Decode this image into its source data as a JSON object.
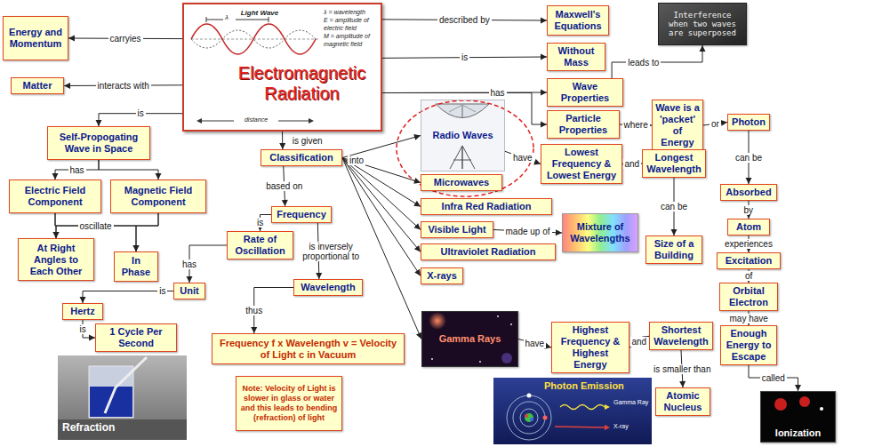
{
  "diagram": {
    "nodes": [
      {
        "text": [
          "Light Wave",
          "Electromagnetic Radiation"
        ]
      },
      {
        "text": [
          "Energy and Momentum"
        ]
      },
      {
        "text": [
          "Matter"
        ]
      },
      {
        "text": [
          "Self-Propogating Wave in Space"
        ]
      },
      {
        "text": [
          "Electric Field Component"
        ]
      },
      {
        "text": [
          "Magnetic Field Component"
        ]
      },
      {
        "text": [
          "At Right Angles to Each Other"
        ]
      },
      {
        "text": [
          "In Phase"
        ]
      },
      {
        "text": [
          "Unit"
        ]
      },
      {
        "text": [
          "Hertz"
        ]
      },
      {
        "text": [
          "1 Cycle Per Second"
        ]
      },
      {
        "text": [
          "Classification"
        ]
      },
      {
        "text": [
          "Frequency"
        ]
      },
      {
        "text": [
          "Rate of Oscillation"
        ]
      },
      {
        "text": [
          "Wavelength"
        ]
      },
      {
        "text": [
          "Frequency f x Wavelength v = Velocity of Light c in Vacuum"
        ]
      },
      {
        "text": [
          "Note: Velocity of Light is slower in glass or water and this leads to bending (refraction) of light"
        ]
      },
      {
        "text": [
          "Maxwell's Equations"
        ]
      },
      {
        "text": [
          "Without Mass"
        ]
      },
      {
        "text": [
          "Interference when two waves are superposed"
        ]
      },
      {
        "text": [
          "Wave Properties"
        ]
      },
      {
        "text": [
          "Particle Properties"
        ]
      },
      {
        "text": [
          "Wave is a 'packet' of Energy"
        ]
      },
      {
        "text": [
          "Photon"
        ]
      },
      {
        "text": [
          "Absorbed"
        ]
      },
      {
        "text": [
          "Atom"
        ]
      },
      {
        "text": [
          "Excitation"
        ]
      },
      {
        "text": [
          "Orbital Electron"
        ]
      },
      {
        "text": [
          "Enough Energy to Escape"
        ]
      },
      {
        "text": [
          "Ionization"
        ]
      },
      {
        "text": [
          "Radio Waves"
        ]
      },
      {
        "text": [
          "Microwaves"
        ]
      },
      {
        "text": [
          "Infra Red Radiation"
        ]
      },
      {
        "text": [
          "Visible Light"
        ]
      },
      {
        "text": [
          "Ultraviolet Radiation"
        ]
      },
      {
        "text": [
          "X-rays"
        ]
      },
      {
        "text": [
          "Gamma Rays"
        ]
      },
      {
        "text": [
          "Lowest Frequency & Lowest Energy"
        ]
      },
      {
        "text": [
          "Longest Wavelength"
        ]
      },
      {
        "text": [
          "Size of a Building"
        ]
      },
      {
        "text": [
          "Mixture of Wavelengths"
        ]
      },
      {
        "text": [
          "Highest Frequency & Highest Energy"
        ]
      },
      {
        "text": [
          "Shortest Wavelength"
        ]
      },
      {
        "text": [
          "Atomic Nucleus"
        ]
      }
    ],
    "edges": [
      {
        "from": 0,
        "to": 1,
        "label": "carryies",
        "arrow": "to"
      },
      {
        "from": 0,
        "to": 2,
        "label": "interacts with",
        "arrow": "to"
      },
      {
        "from": 0,
        "to": 3,
        "label": "is",
        "arrow": "to"
      },
      {
        "from": 0,
        "to": 17,
        "label": "described by",
        "arrow": "to"
      },
      {
        "from": 0,
        "to": 18,
        "label": "is",
        "arrow": "to"
      },
      {
        "from": 0,
        "to": 20,
        "label": "has",
        "arrow": "to"
      },
      {
        "from": 0,
        "to": 21,
        "arrow": "to"
      },
      {
        "from": 0,
        "to": 11,
        "label": "is given",
        "arrow": "to"
      },
      {
        "from": 3,
        "to": 4,
        "label": "has",
        "arrow": "to"
      },
      {
        "from": 3,
        "to": 5,
        "arrow": "to"
      },
      {
        "from": 4,
        "to": 6,
        "arrow": "to"
      },
      {
        "from": 4,
        "to": 7,
        "label": "oscillate",
        "arrow": "to"
      },
      {
        "from": 5,
        "to": 6,
        "arrow": "to"
      },
      {
        "from": 5,
        "to": 7,
        "arrow": "to"
      },
      {
        "from": 11,
        "to": 12,
        "label": "based on",
        "arrow": "to"
      },
      {
        "from": 11,
        "to": 30,
        "label": "into",
        "arrow": "to"
      },
      {
        "from": 11,
        "to": 31,
        "arrow": "to"
      },
      {
        "from": 11,
        "to": 32,
        "arrow": "to"
      },
      {
        "from": 11,
        "to": 33,
        "arrow": "to"
      },
      {
        "from": 11,
        "to": 34,
        "arrow": "to"
      },
      {
        "from": 11,
        "to": 35,
        "arrow": "to"
      },
      {
        "from": 11,
        "to": 36,
        "arrow": "to"
      },
      {
        "from": 12,
        "to": 13,
        "label": "is",
        "arrow": "to"
      },
      {
        "from": 12,
        "to": 14,
        "label": "is inversely proportional to",
        "arrow": "to"
      },
      {
        "from": 13,
        "to": 8,
        "label": "has",
        "arrow": "to"
      },
      {
        "from": 8,
        "to": 9,
        "label": "is",
        "arrow": "to"
      },
      {
        "from": 9,
        "to": 10,
        "label": "is",
        "arrow": "to"
      },
      {
        "from": 14,
        "to": 15,
        "label": "thus",
        "arrow": "to"
      },
      {
        "from": 20,
        "to": 19,
        "label": "leads to",
        "arrow": "to"
      },
      {
        "from": 21,
        "to": 22,
        "label": "where",
        "arrow": "to"
      },
      {
        "from": 22,
        "to": 23,
        "label": "or",
        "arrow": "to"
      },
      {
        "from": 23,
        "to": 24,
        "label": "can be",
        "arrow": "to"
      },
      {
        "from": 24,
        "to": 25,
        "label": "by",
        "arrow": "to"
      },
      {
        "from": 25,
        "to": 26,
        "label": "experiences",
        "arrow": "to"
      },
      {
        "from": 26,
        "to": 27,
        "label": "of",
        "arrow": "to"
      },
      {
        "from": 27,
        "to": 28,
        "label": "may have",
        "arrow": "to"
      },
      {
        "from": 28,
        "to": 29,
        "label": "called",
        "arrow": "to"
      },
      {
        "from": 30,
        "to": 37,
        "label": "have",
        "arrow": "to"
      },
      {
        "from": 37,
        "to": 38,
        "label": "and",
        "arrow": "to"
      },
      {
        "from": 38,
        "to": 39,
        "label": "can be",
        "arrow": "to"
      },
      {
        "from": 33,
        "to": 40,
        "label": "made up of",
        "arrow": "to"
      },
      {
        "from": 36,
        "to": 41,
        "label": "have",
        "arrow": "to"
      },
      {
        "from": 41,
        "to": 42,
        "label": "and",
        "arrow": "to"
      },
      {
        "from": 42,
        "to": 43,
        "label": "is smaller than",
        "arrow": "to"
      }
    ],
    "labels": [
      "λ",
      "λ = wavelength",
      "E = amplitude of electric field",
      "M = amplitude of magnetic field",
      "distance",
      "Refraction",
      "Photon Emission",
      "Gamma Ray",
      "X-ray"
    ]
  }
}
